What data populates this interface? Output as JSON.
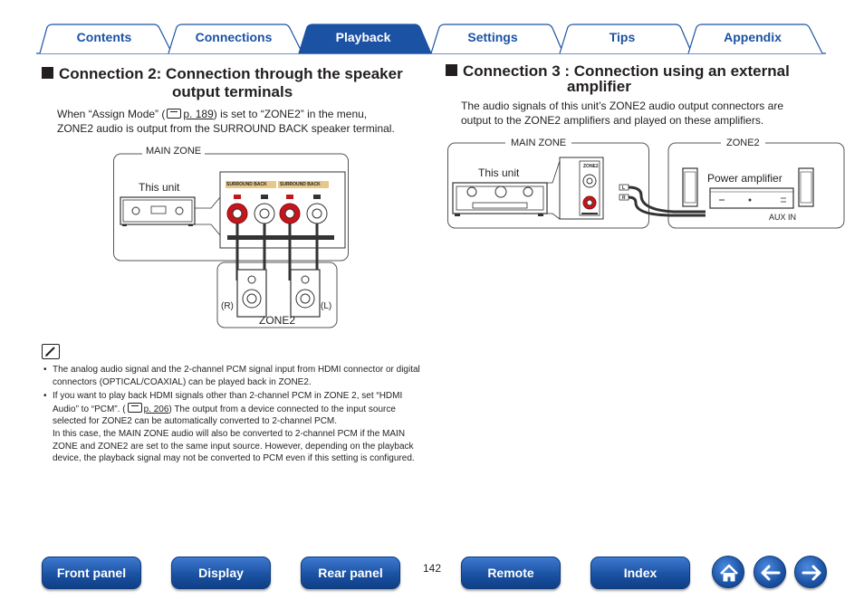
{
  "tabs": [
    {
      "label": "Contents",
      "active": false
    },
    {
      "label": "Connections",
      "active": false
    },
    {
      "label": "Playback",
      "active": true
    },
    {
      "label": "Settings",
      "active": false
    },
    {
      "label": "Tips",
      "active": false
    },
    {
      "label": "Appendix",
      "active": false
    }
  ],
  "colors": {
    "brand": "#1b52a3",
    "tab_active": "#1b52a3",
    "jack_red": "#c4161c"
  },
  "left": {
    "heading_line1": "Connection 2: Connection through the speaker",
    "heading_line2": "output terminals",
    "p1_a": "When “Assign Mode” (",
    "p1_ref": "p. 189",
    "p1_b": ") is set to “ZONE2” in the menu,",
    "p1_line2": "ZONE2 audio is output from the SURROUND BACK speaker terminal.",
    "diagram": {
      "main_zone": "MAIN ZONE",
      "this_unit": "This unit",
      "terminal_left": "SURROUND BACK",
      "terminal_right": "SURROUND BACK",
      "r_label": "(R)",
      "l_label": "(L)",
      "zone2": "ZONE2"
    }
  },
  "right": {
    "heading_line1": "Connection 3 : Connection using an external",
    "heading_line2": "amplifier",
    "p1": "The audio signals of this unit’s ZONE2 audio output connectors are",
    "p2": "output to the ZONE2 amplifiers and played on these amplifiers.",
    "diagram": {
      "main_zone": "MAIN ZONE",
      "zone2": "ZONE2",
      "this_unit": "This unit",
      "power_amp": "Power amplifier",
      "aux_in": "AUX IN",
      "zone2_jack": "ZONE2",
      "l_label": "L",
      "r_label": "R"
    }
  },
  "notes": {
    "icon": "pencil-note-icon",
    "item1": "The analog audio signal and the 2-channel PCM signal input from HDMI connector or digital connectors (OPTICAL/COAXIAL) can be played back in ZONE2.",
    "item2_a": "If you want to play back HDMI signals other than 2-channel PCM in ZONE 2, set “HDMI Audio” to “PCM”. (",
    "item2_ref": "p. 206",
    "item2_b": ") The output from a device connected to the input source selected for ZONE2 can be automatically converted to 2-channel PCM.",
    "item2_c": "In this case, the MAIN ZONE audio will also be converted to 2-channel PCM if the MAIN ZONE and ZONE2 are set to the same input source. However, depending on the playback device, the playback signal may not be converted to PCM even if this setting is configured."
  },
  "footer": {
    "front_panel": "Front panel",
    "display": "Display",
    "rear_panel": "Rear panel",
    "page": "142",
    "remote": "Remote",
    "index": "Index",
    "home_icon": "home-icon",
    "back_icon": "arrow-left-icon",
    "forward_icon": "arrow-right-icon"
  }
}
